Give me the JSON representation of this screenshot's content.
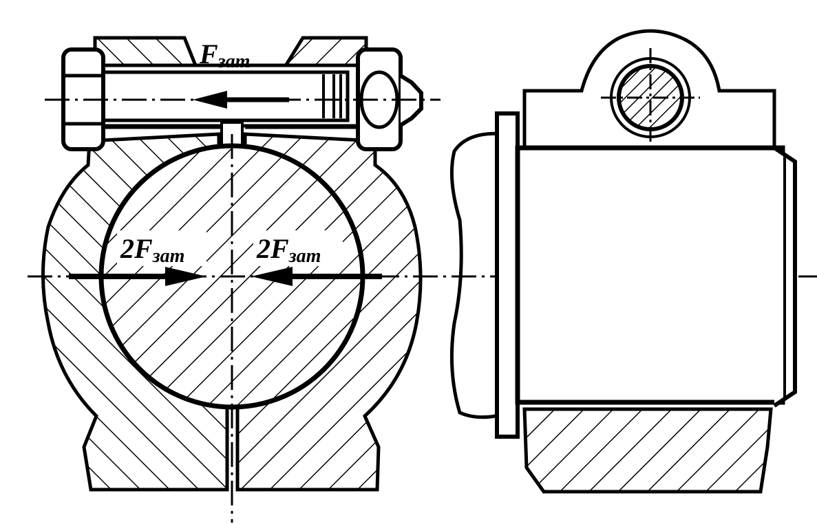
{
  "labels": {
    "bolt_force": {
      "main": "F",
      "sub": "зат"
    },
    "left_force": {
      "main": "2F",
      "sub": "зат"
    },
    "right_force": {
      "main": "2F",
      "sub": "зат"
    }
  },
  "colors": {
    "ink": "#000000",
    "paper": "#ffffff"
  }
}
